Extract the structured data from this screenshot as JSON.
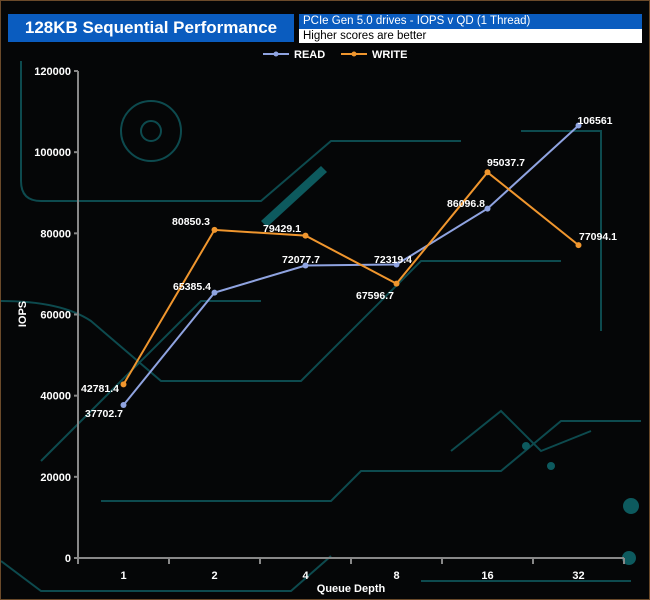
{
  "chart_data": {
    "type": "line",
    "title": "128KB Sequential Performance",
    "subtitle": "PCIe Gen 5.0 drives - IOPS v QD (1 Thread)",
    "note": "Higher scores are better",
    "xlabel": "Queue Depth",
    "ylabel": "IOPS",
    "categories": [
      "1",
      "2",
      "4",
      "8",
      "16",
      "32"
    ],
    "ylim": [
      0,
      120000
    ],
    "yticks": [
      "0",
      "20000",
      "40000",
      "60000",
      "80000",
      "100000",
      "120000"
    ],
    "legend_placement": "top-center",
    "series": [
      {
        "name": "READ",
        "color": "#8fa3e0",
        "values": [
          37702.7,
          65385.4,
          72077.7,
          72319.4,
          86096.8,
          106561
        ],
        "labels": [
          "37702.7",
          "65385.4",
          "72077.7",
          "72319.4",
          "86096.8",
          "106561"
        ]
      },
      {
        "name": "WRITE",
        "color": "#f0962e",
        "values": [
          42781.4,
          80850.3,
          79429.1,
          67596.7,
          95037.7,
          77094.1
        ],
        "labels": [
          "42781.4",
          "80850.3",
          "79429.1",
          "67596.7",
          "95037.7",
          "77094.1"
        ]
      }
    ]
  }
}
